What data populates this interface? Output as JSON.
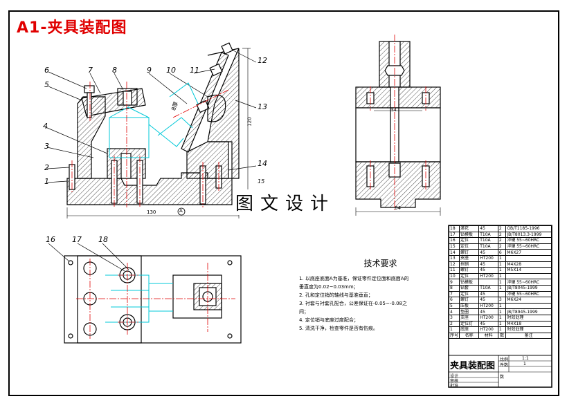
{
  "title": "A1-夹具装配图",
  "watermark": "图文设计",
  "part_labels": [
    "1",
    "2",
    "3",
    "4",
    "5",
    "6",
    "7",
    "8",
    "9",
    "10",
    "11",
    "12",
    "13",
    "14",
    "15",
    "16",
    "17",
    "18"
  ],
  "dims": {
    "front_width": "130",
    "front_height": "120",
    "side_width": "64",
    "side_inner": "54",
    "mark_a": "A",
    "cut_label": "8厚"
  },
  "tech_requirements": {
    "heading": "技术要求",
    "items": [
      "1. 以底座底面A为基准，保证零件定位面和底面A的",
      "垂直度为0.02~0.03mm；",
      "2. 孔和定位销的轴线与基准垂直；",
      "3. 衬套与衬套孔配合，公差保证在-0.05~-0.08之",
      "间；",
      "4. 定位销与底座过度配合；",
      "5. 清洗干净，检查零件是否有伤痕。"
    ]
  },
  "bom": {
    "rows": [
      [
        "18",
        "滚花",
        "45",
        "2",
        "GB/T1185-1996"
      ],
      [
        "17",
        "钻模板",
        "T10A",
        "2",
        "JB/T8013.3-1999"
      ],
      [
        "16",
        "定位",
        "T10A",
        "2",
        "淬硬 55~60HRC"
      ],
      [
        "15",
        "定位",
        "T10A",
        "2",
        "淬硬 55~60HRC"
      ],
      [
        "14",
        "螺钉",
        "45",
        "6",
        "M6X27"
      ],
      [
        "13",
        "支座",
        "HT200",
        "1",
        ""
      ],
      [
        "12",
        "挡销",
        "45",
        "1",
        "M4X28"
      ],
      [
        "11",
        "螺钉",
        "45",
        "1",
        "M5X14"
      ],
      [
        "10",
        "定位",
        "HT200",
        "1",
        ""
      ],
      [
        "9",
        "钻模板",
        "",
        "1",
        "淬硬 55~60HRC"
      ],
      [
        "8",
        "钻套",
        "T10A",
        "1",
        "JB/T8045-1999"
      ],
      [
        "7",
        "定位",
        "45",
        "",
        "淬硬 55~60HRC"
      ],
      [
        "6",
        "螺钉",
        "45",
        "3",
        "M6X24"
      ],
      [
        "5",
        "压板",
        "HT200",
        "1",
        ""
      ],
      [
        "4",
        "垫圈",
        "45",
        "1",
        "JB/T8945-1999"
      ],
      [
        "3",
        "支座",
        "HT200",
        "1",
        "时效处理"
      ],
      [
        "2",
        "定位钉",
        "45",
        "1",
        "M4X18"
      ],
      [
        "1",
        "底座",
        "HT200",
        "1",
        "时效处理"
      ]
    ],
    "header": [
      "序号",
      "名称",
      "材料",
      "数",
      "备注"
    ]
  },
  "title_block": {
    "name": "夹具装配图",
    "scale_label": "比例",
    "scale": "1:1",
    "qty_label": "件数",
    "qty": "1",
    "designer": "设计",
    "checker": "审核",
    "approver": "批准",
    "count_label": "数"
  },
  "colors": {
    "title": "#e00000",
    "centerline": "#e00000",
    "hidden": "#00c8d8",
    "outline": "#000000",
    "border": "#000000"
  }
}
